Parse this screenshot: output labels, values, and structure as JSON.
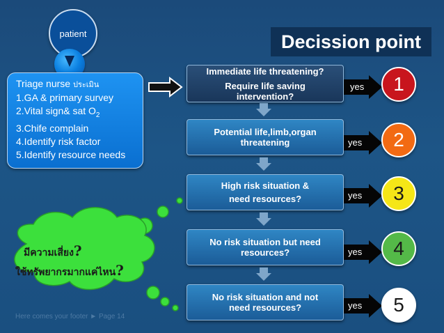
{
  "patient_label": "patient",
  "title": "Decission point",
  "triage": {
    "line1_en": "Triage nurse",
    "line1_th": "ประเมิน",
    "items": [
      "1.GA & primary survey",
      "2.Vital sign& sat O",
      " 3.Chife complain",
      "4.Identify risk factor",
      "5.Identify resource needs"
    ],
    "subscript": "2"
  },
  "decisions": [
    {
      "line1": "Immediate life threatening?",
      "line2": "Require life saving",
      "line3": "intervention?"
    },
    {
      "line1": "Potential life,limb,organ",
      "line2": "threatening"
    },
    {
      "line1": "High risk situation &",
      "line2": "need resources?"
    },
    {
      "line1": "No risk situation but need",
      "line2": "resources?"
    },
    {
      "line1": "No risk situation and not",
      "line2": "need resources?"
    }
  ],
  "yes_label": "yes",
  "levels": [
    {
      "n": "1",
      "bg": "#c8151d",
      "fg": "#ffffff"
    },
    {
      "n": "2",
      "bg": "#f26a13",
      "fg": "#ffffff"
    },
    {
      "n": "3",
      "bg": "#f5e617",
      "fg": "#1a1a1a"
    },
    {
      "n": "4",
      "bg": "#54b948",
      "fg": "#1a1a1a"
    },
    {
      "n": "5",
      "bg": "#ffffff",
      "fg": "#1a1a1a"
    }
  ],
  "cloud": {
    "line1": "มีความเสี่ยง",
    "q1": "?",
    "line2": "ใช้ทรัพยากรมากแค่ไหน",
    "q2": "?",
    "color": "#3ce03c"
  },
  "footer": "Here comes your footer  ►  Page 14"
}
